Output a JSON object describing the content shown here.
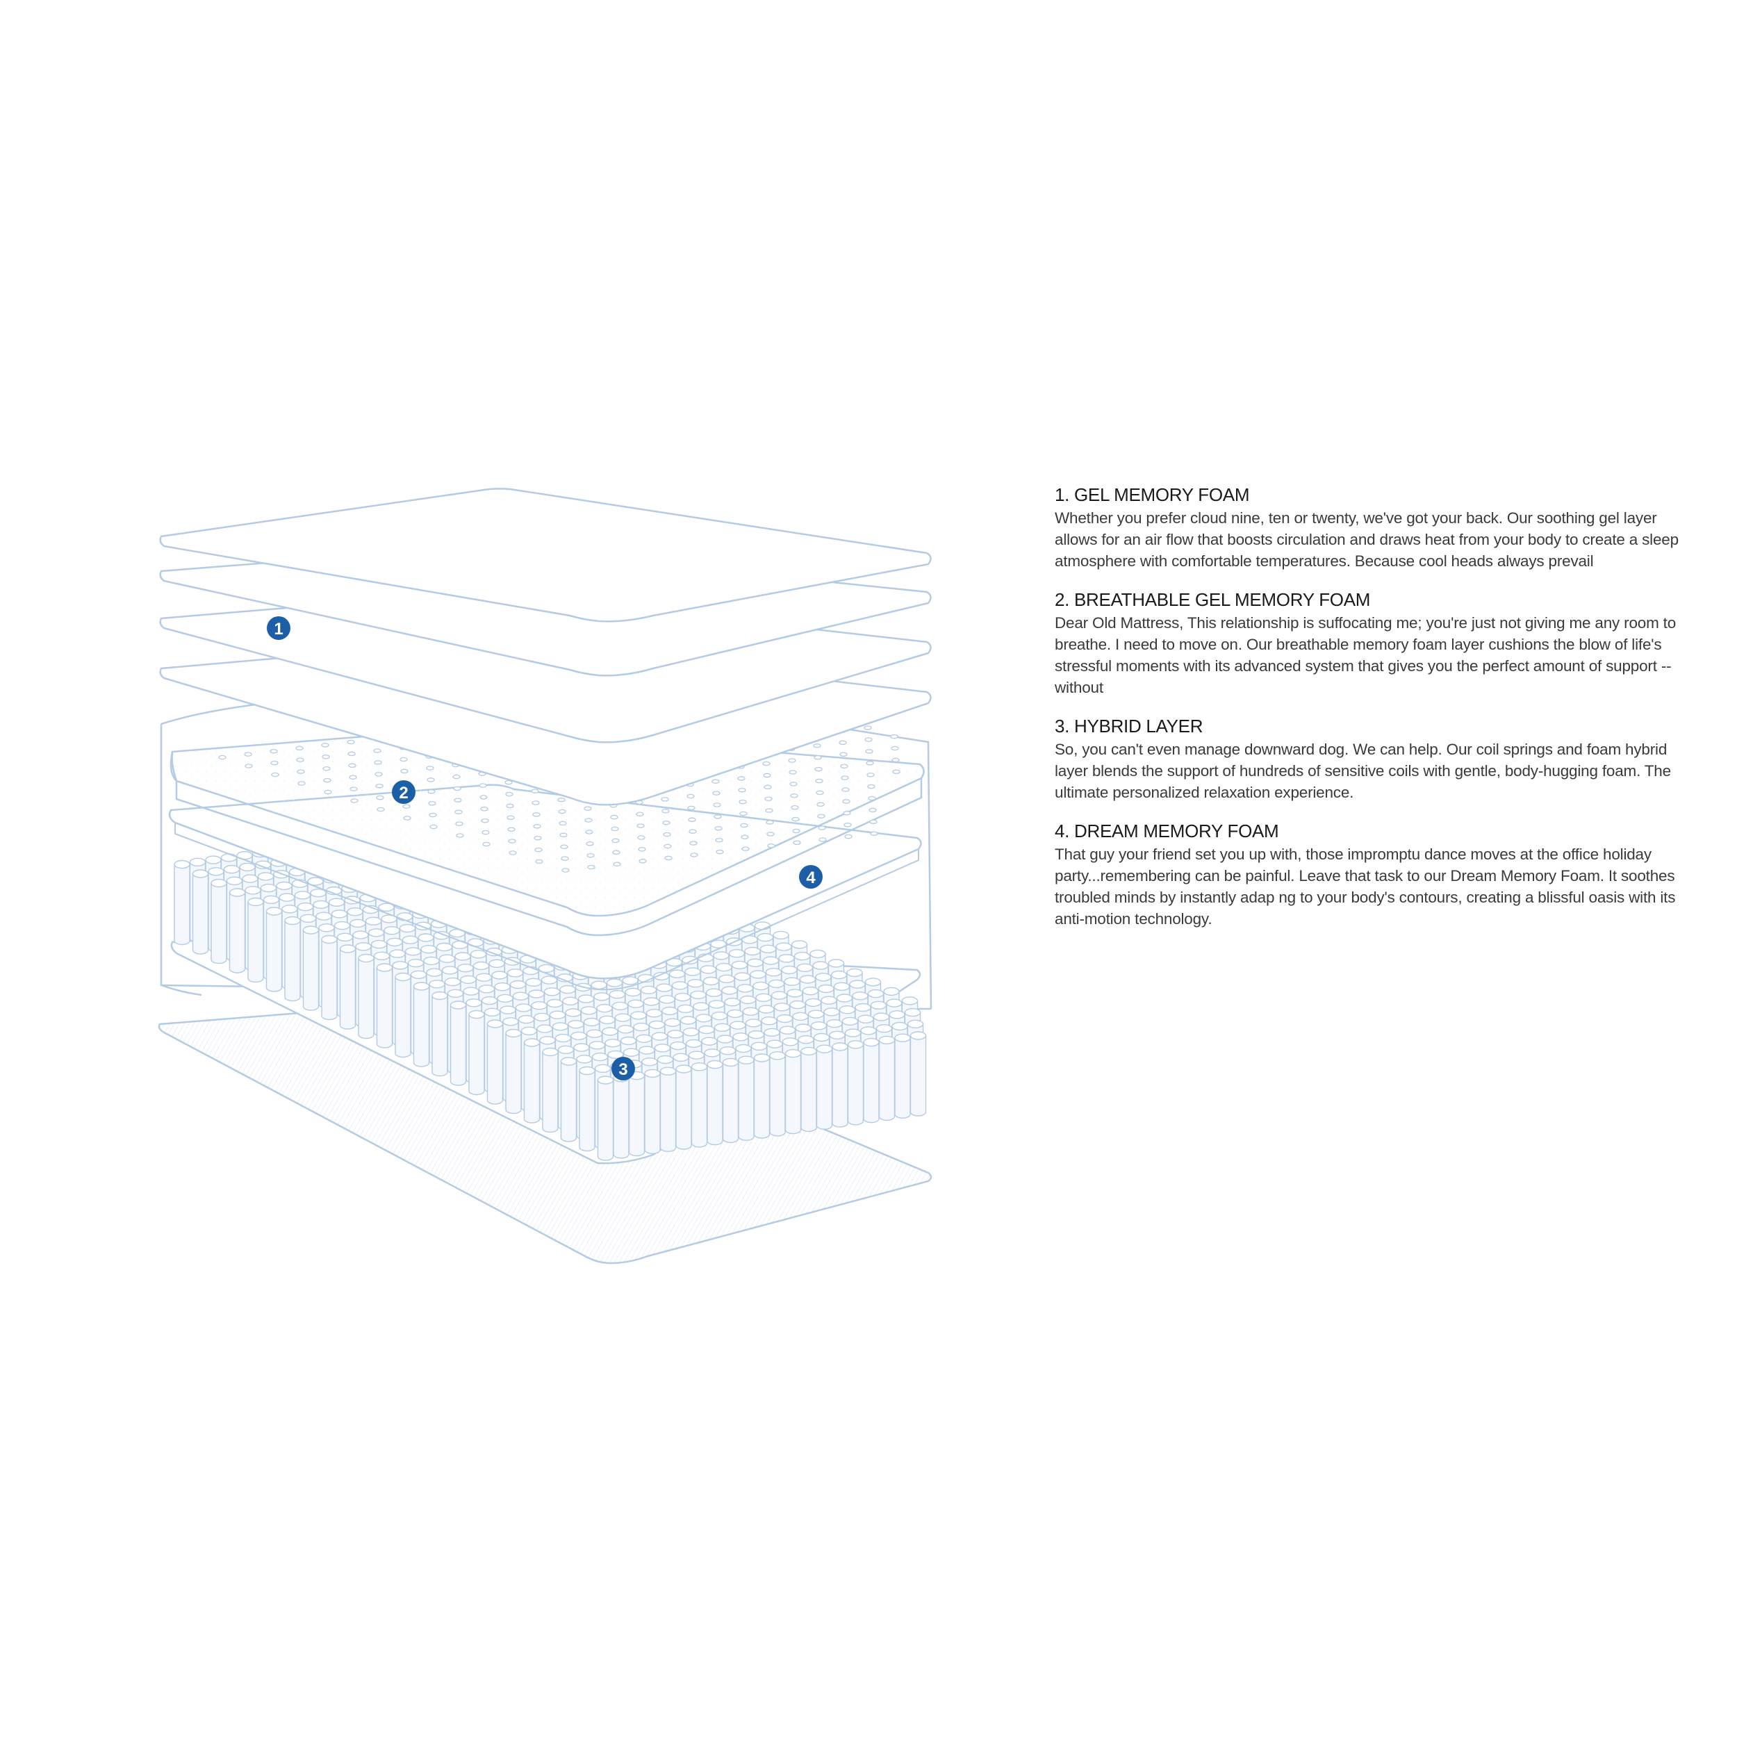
{
  "diagram": {
    "markers": [
      {
        "label": "1"
      },
      {
        "label": "2"
      },
      {
        "label": "3"
      },
      {
        "label": "4"
      }
    ]
  },
  "layers": [
    {
      "title": "1. GEL MEMORY FOAM",
      "body": "Whether you prefer cloud nine, ten or twenty, we've got your back. Our soothing gel layer allows for an air flow that boosts circulation and draws heat from your body to create a sleep atmosphere with comfortable temperatures. Because cool heads always prevail"
    },
    {
      "title": "2. BREATHABLE GEL MEMORY FOAM",
      "body": "Dear Old Mattress, This relationship is suffocating me; you're just not giving me any room to breathe. I need to move on. Our breathable memory foam layer cushions the blow of life's stressful moments with its advanced system that gives you the perfect amount of support -- without"
    },
    {
      "title": "3. HYBRID LAYER",
      "body": "So, you can't even manage downward dog. We can help. Our coil springs and foam hybrid layer blends the support of hundreds of sensitive coils with gentle, body-hugging foam. The ultimate personalized relaxation experience."
    },
    {
      "title": "4. DREAM MEMORY FOAM",
      "body": "That guy your friend set you up with, those impromptu dance moves at the office holiday party...remembering can be painful. Leave that task to our Dream Memory Foam. It soothes troubled minds by instantly adap ng to your body's contours, creating a blissful oasis with its anti-motion technology."
    }
  ],
  "colors": {
    "outline": "#b4cbe4",
    "marker": "#1d5fa6",
    "marker_text": "#ffffff",
    "coil_fill": "#f4f8fc"
  }
}
